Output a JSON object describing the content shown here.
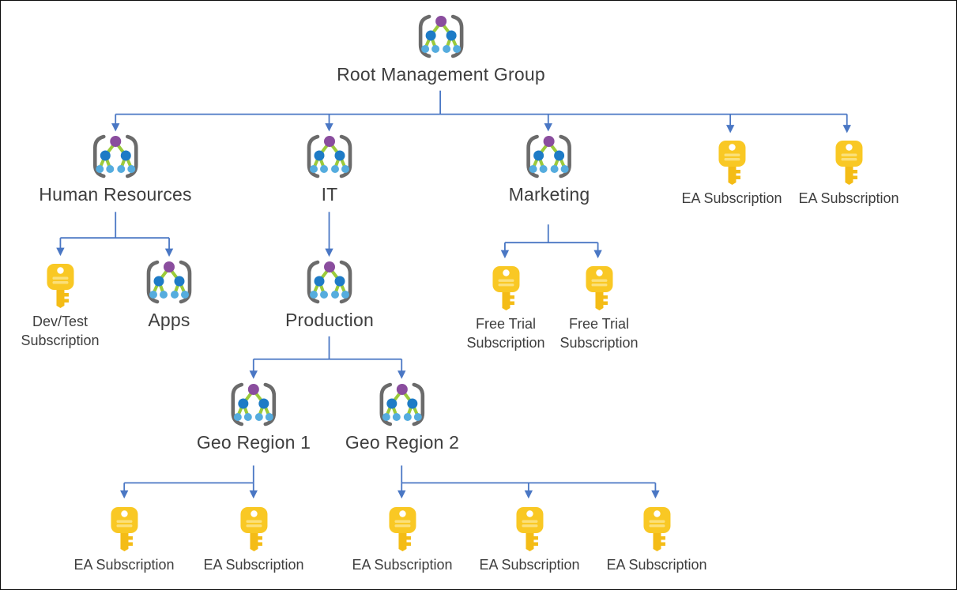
{
  "diagram": {
    "colors": {
      "connector": "#4a77c4",
      "label_text": "#3e3e3e",
      "bracket_gray": "#6b6b6b",
      "node_purple": "#8a4d9e",
      "node_blue": "#1e7bc6",
      "node_light_blue": "#55acde",
      "edge_green": "#9bca3b",
      "key_gold": "#f9c824",
      "key_shaft": "#f4bc16",
      "key_stripe": "#fbe07a"
    },
    "nodes": [
      {
        "id": "root",
        "type": "management-group",
        "label": "Root Management Group"
      },
      {
        "id": "hr",
        "type": "management-group",
        "label": "Human Resources"
      },
      {
        "id": "it",
        "type": "management-group",
        "label": "IT"
      },
      {
        "id": "marketing",
        "type": "management-group",
        "label": "Marketing"
      },
      {
        "id": "ea-sub-1",
        "type": "subscription",
        "label": "EA Subscription"
      },
      {
        "id": "ea-sub-2",
        "type": "subscription",
        "label": "EA Subscription"
      },
      {
        "id": "devtest-sub",
        "type": "subscription",
        "label": "Dev/Test\nSubscription"
      },
      {
        "id": "apps",
        "type": "management-group",
        "label": "Apps"
      },
      {
        "id": "production",
        "type": "management-group",
        "label": "Production"
      },
      {
        "id": "free-trial-1",
        "type": "subscription",
        "label": "Free Trial\nSubscription"
      },
      {
        "id": "free-trial-2",
        "type": "subscription",
        "label": "Free Trial\nSubscription"
      },
      {
        "id": "geo-region-1",
        "type": "management-group",
        "label": "Geo Region 1"
      },
      {
        "id": "geo-region-2",
        "type": "management-group",
        "label": "Geo Region 2"
      },
      {
        "id": "ea-sub-3",
        "type": "subscription",
        "label": "EA Subscription"
      },
      {
        "id": "ea-sub-4",
        "type": "subscription",
        "label": "EA Subscription"
      },
      {
        "id": "ea-sub-5",
        "type": "subscription",
        "label": "EA Subscription"
      },
      {
        "id": "ea-sub-6",
        "type": "subscription",
        "label": "EA Subscription"
      },
      {
        "id": "ea-sub-7",
        "type": "subscription",
        "label": "EA Subscription"
      }
    ],
    "edges": [
      {
        "from": "root",
        "to": [
          "hr",
          "it",
          "marketing",
          "ea-sub-1",
          "ea-sub-2"
        ]
      },
      {
        "from": "hr",
        "to": [
          "devtest-sub",
          "apps"
        ]
      },
      {
        "from": "it",
        "to": [
          "production"
        ]
      },
      {
        "from": "marketing",
        "to": [
          "free-trial-1",
          "free-trial-2"
        ]
      },
      {
        "from": "production",
        "to": [
          "geo-region-1",
          "geo-region-2"
        ]
      },
      {
        "from": "geo-region-1",
        "to": [
          "ea-sub-3",
          "ea-sub-4"
        ]
      },
      {
        "from": "geo-region-2",
        "to": [
          "ea-sub-5",
          "ea-sub-6",
          "ea-sub-7"
        ]
      }
    ]
  }
}
